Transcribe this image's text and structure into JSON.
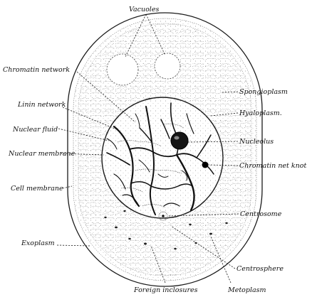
{
  "figure": {
    "labels": {
      "vacuoles": "Vacuoles",
      "chromatin_network": "Chromatin network",
      "spongioplasm": "Spongioplasm",
      "linin_network": "Linin network",
      "hyaloplasm": "Hyaloplasm.",
      "nuclear_fluid": "Nuclear fluid",
      "nucleolus": "Nucleolus",
      "nuclear_membrane": "Nuclear membrane",
      "chromatin_net_knot": "Chromatin net knot",
      "cell_membrane": "Cell membrane",
      "centrosome": "Centrosome",
      "exoplasm": "Exoplasm",
      "centrosphere": "Centrosphere",
      "foreign_inclosures": "Foreign inclosures",
      "metoplasm": "Metoplasm"
    }
  }
}
